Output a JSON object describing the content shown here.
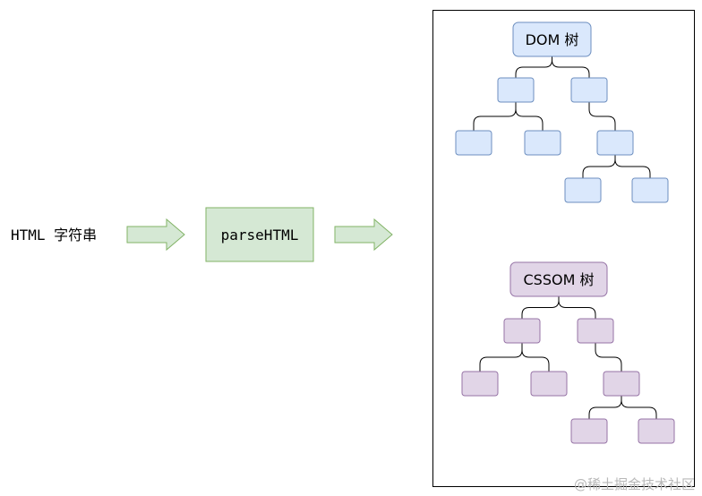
{
  "input_label": "HTML 字符串",
  "parser_label": "parseHTML",
  "dom_tree": {
    "root_label": "DOM 树"
  },
  "cssom_tree": {
    "root_label": "CSSOM 树"
  },
  "watermark": "@稀土掘金技术社区",
  "colors": {
    "green_fill": "#d5e8d4",
    "green_stroke": "#82b366",
    "blue_fill": "#dae8fc",
    "blue_stroke": "#6c8ebf",
    "purple_fill": "#e1d5e7",
    "purple_stroke": "#9673a6",
    "line": "#000000",
    "watermark": "#b8b8b8"
  }
}
